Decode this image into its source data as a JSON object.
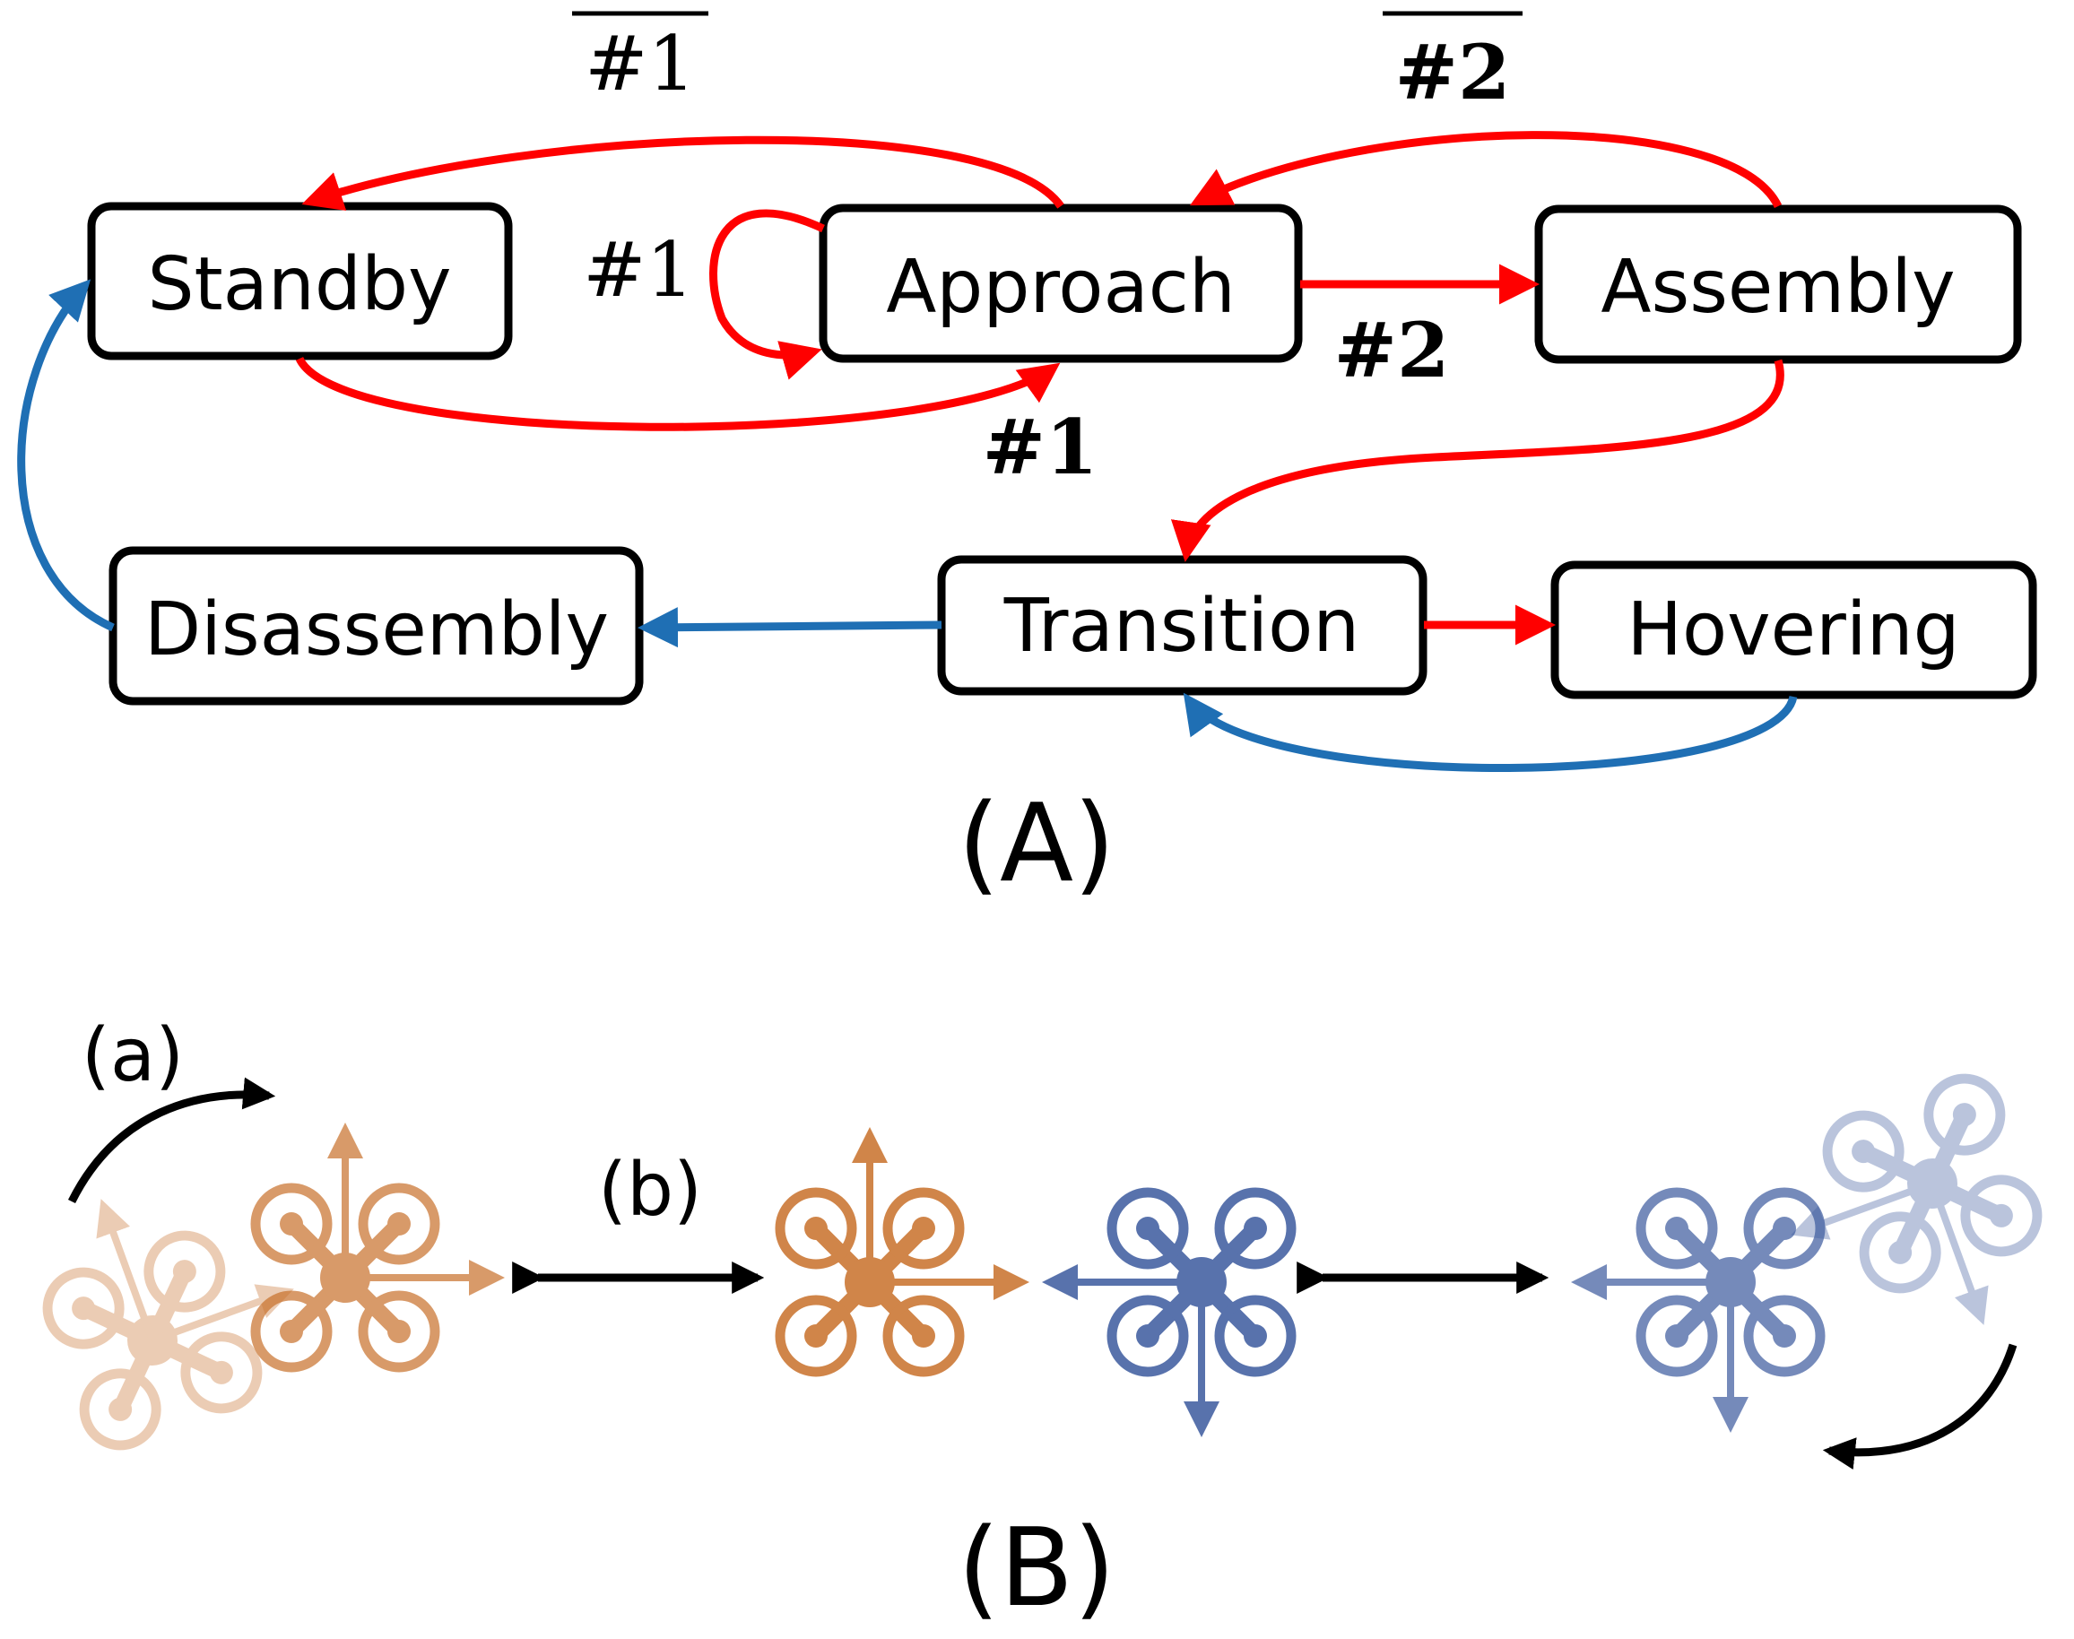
{
  "states": {
    "standby": "Standby",
    "approach": "Approach",
    "assembly": "Assembly",
    "disassembly": "Disassembly",
    "transition": "Transition",
    "hovering": "Hovering"
  },
  "conditions": {
    "not_1": "#1",
    "not_2": "#2",
    "c1_self": "#1",
    "c1_bottom": "#1",
    "c2": "#2"
  },
  "panels": {
    "a": "(A)",
    "b": "(B)"
  },
  "sublabels": {
    "a": "(a)",
    "b": "(b)"
  },
  "colors": {
    "red": "#ff0000",
    "blue": "#1f6fb4",
    "orange": "#c8702a",
    "navy": "#3b5a9e",
    "black": "#000000"
  }
}
